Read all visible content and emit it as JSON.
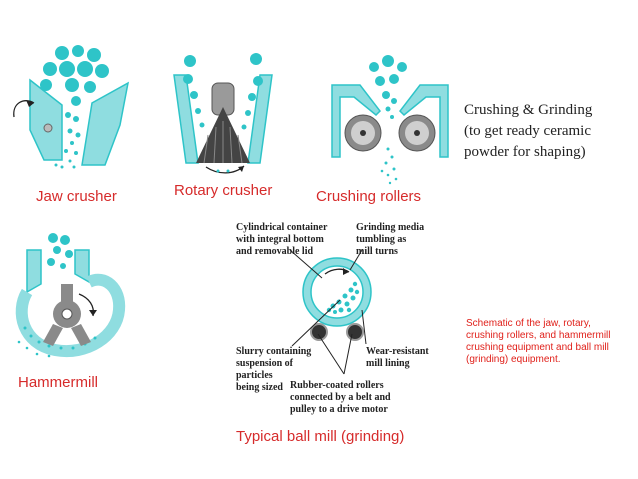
{
  "labels": {
    "jaw": "Jaw crusher",
    "rotary": "Rotary crusher",
    "rollers": "Crushing  rollers",
    "hammermill": "Hammermill",
    "ballmill": "Typical ball mill (grinding)"
  },
  "ballmill_annotations": {
    "container": "Cylindrical container\nwith integral bottom\nand removable lid",
    "media": "Grinding media\ntumbling as\nmill turns",
    "slurry": "Slurry containing\nsuspension of\nparticles\nbeing sized",
    "lining": "Wear-resistant\nmill lining",
    "rollers": "Rubber-coated rollers\nconnected by a belt and\npulley to a drive motor"
  },
  "title": "Crushing & Grinding\n(to get ready ceramic\npowder for shaping)",
  "caption": "Schematic of the jaw, rotary,\ncrushing rollers, and hammermill\ncrushing equipment and ball mill\n(grinding) equipment.",
  "colors": {
    "cyan": "#2ec4c8",
    "light_cyan": "#8fdde0",
    "label_red": "#d62b2b",
    "caption_red": "#e0201a",
    "gray": "#8a8a8a",
    "dark": "#333333"
  },
  "icons": [
    "jaw-crusher-diagram",
    "rotary-crusher-diagram",
    "crushing-rollers-diagram",
    "hammermill-diagram",
    "ball-mill-diagram"
  ]
}
